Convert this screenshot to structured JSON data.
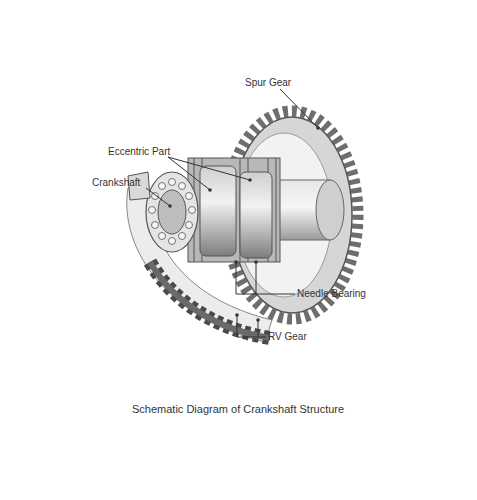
{
  "diagram": {
    "caption": "Schematic Diagram of Crankshaft Structure",
    "labels": [
      "Spur Gear",
      "Eccentric Part",
      "Crankshaft",
      "Needle Bearing",
      "RV Gear"
    ]
  }
}
